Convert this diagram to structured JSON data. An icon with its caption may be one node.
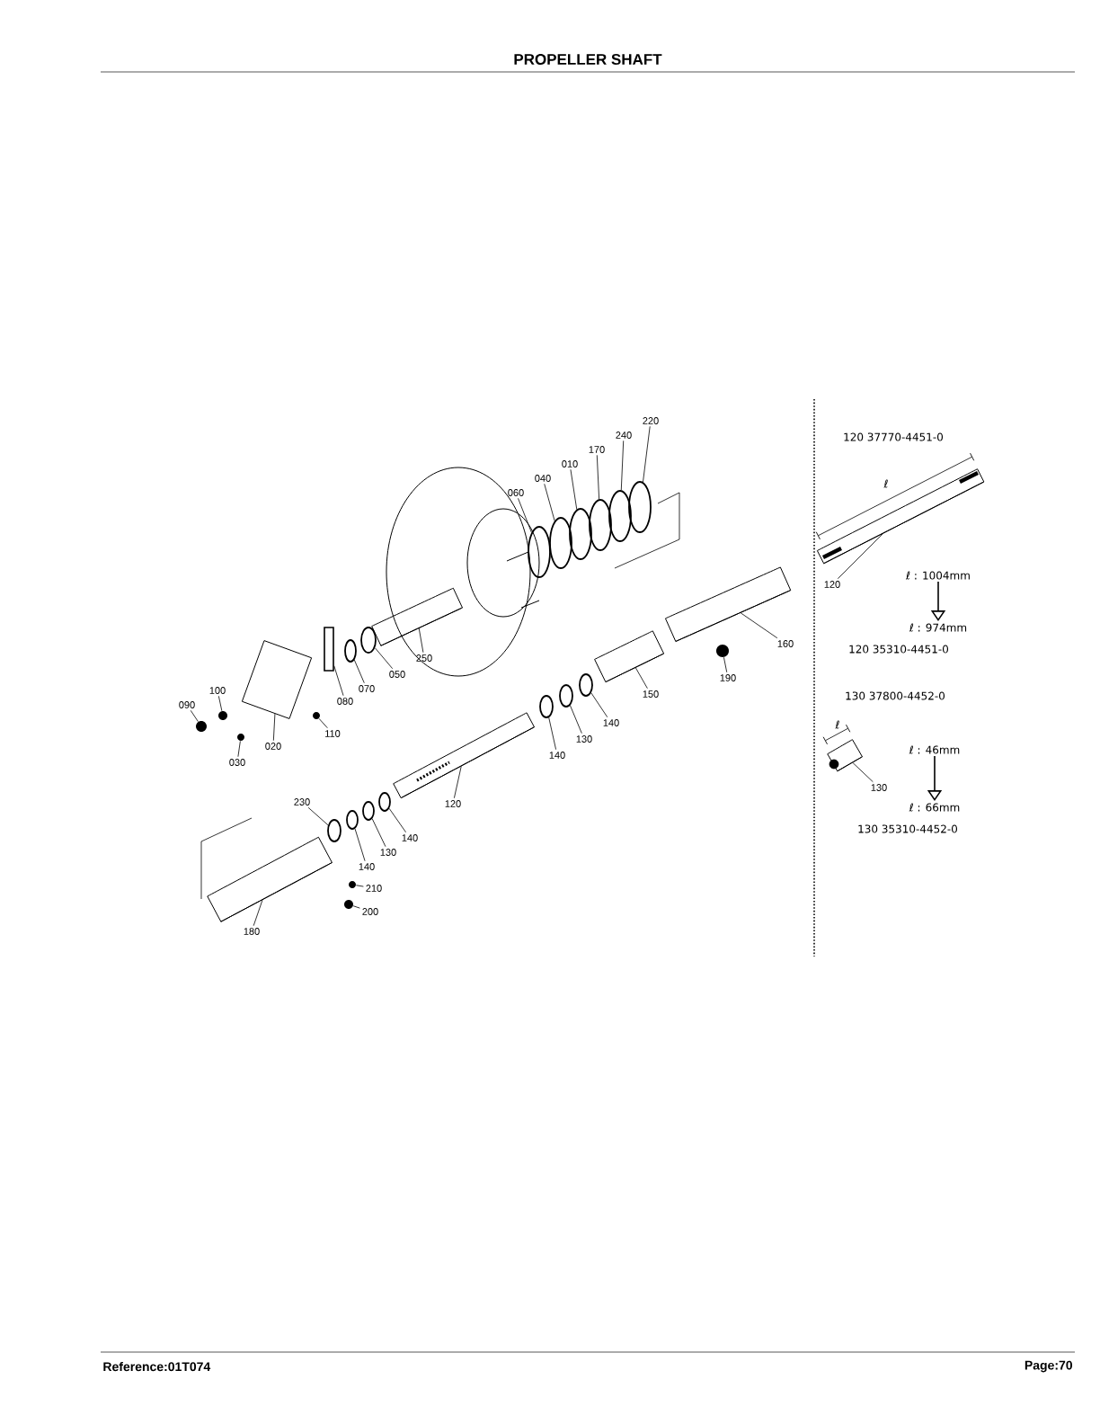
{
  "diagram": {
    "title": "PROPELLER SHAFT",
    "nodes": [
      {
        "text": [
          "220"
        ]
      },
      {
        "text": [
          "240"
        ]
      },
      {
        "text": [
          "170"
        ]
      },
      {
        "text": [
          "010"
        ]
      },
      {
        "text": [
          "040"
        ]
      },
      {
        "text": [
          "060"
        ]
      },
      {
        "text": [
          "160"
        ]
      },
      {
        "text": [
          "190"
        ]
      },
      {
        "text": [
          "150"
        ]
      },
      {
        "text": [
          "140"
        ]
      },
      {
        "text": [
          "130"
        ]
      },
      {
        "text": [
          "140"
        ]
      },
      {
        "text": [
          "250"
        ]
      },
      {
        "text": [
          "050"
        ]
      },
      {
        "text": [
          "070"
        ]
      },
      {
        "text": [
          "100"
        ]
      },
      {
        "text": [
          "090"
        ]
      },
      {
        "text": [
          "080"
        ]
      },
      {
        "text": [
          "110"
        ]
      },
      {
        "text": [
          "020"
        ]
      },
      {
        "text": [
          "030"
        ]
      },
      {
        "text": [
          "120"
        ]
      },
      {
        "text": [
          "140"
        ]
      },
      {
        "text": [
          "130"
        ]
      },
      {
        "text": [
          "140"
        ]
      },
      {
        "text": [
          "230"
        ]
      },
      {
        "text": [
          "210"
        ]
      },
      {
        "text": [
          "200"
        ]
      },
      {
        "text": [
          "180"
        ]
      },
      {
        "text": [
          "120"
        ]
      },
      {
        "text": [
          "ℓ : 1004mm"
        ]
      },
      {
        "text": [
          "ℓ : 974mm"
        ]
      },
      {
        "text": [
          "130"
        ]
      },
      {
        "text": [
          "ℓ : 46mm"
        ]
      },
      {
        "text": [
          "ℓ : 66mm"
        ]
      },
      {
        "text": [],
        "shape": "ring"
      },
      {
        "text": [],
        "shape": "ring"
      },
      {
        "text": [],
        "shape": "ring"
      },
      {
        "text": [],
        "shape": "ring"
      },
      {
        "text": [],
        "shape": "ring"
      },
      {
        "text": [],
        "shape": "ring"
      },
      {
        "text": [],
        "shape": "cylinder"
      },
      {
        "text": [],
        "shape": "bolt"
      },
      {
        "text": [],
        "shape": "cylinder"
      },
      {
        "text": [],
        "shape": "ring"
      },
      {
        "text": [],
        "shape": "ring"
      },
      {
        "text": [],
        "shape": "ring"
      },
      {
        "text": [],
        "shape": "cylinder"
      },
      {
        "text": [],
        "shape": "ring"
      },
      {
        "text": [],
        "shape": "ring"
      },
      {
        "text": [],
        "shape": "bolt"
      },
      {
        "text": [],
        "shape": "bolt"
      },
      {
        "text": [],
        "shape": "bar"
      },
      {
        "text": [],
        "shape": "bolt"
      },
      {
        "text": [],
        "shape": "plate"
      },
      {
        "text": [],
        "shape": "bolt"
      },
      {
        "text": [],
        "shape": "cylinder"
      },
      {
        "text": [],
        "shape": "ring"
      },
      {
        "text": [],
        "shape": "ring"
      },
      {
        "text": [],
        "shape": "ring"
      },
      {
        "text": [],
        "shape": "ring"
      },
      {
        "text": [],
        "shape": "bolt"
      },
      {
        "text": [],
        "shape": "bolt"
      },
      {
        "text": [],
        "shape": "cylinder"
      },
      {
        "text": [],
        "shape": "cylinder"
      },
      {
        "text": [],
        "shape": "cylinder",
        "beside": [
          "ℓ"
        ]
      }
    ],
    "edges": [
      {
        "from": 0,
        "to": 35,
        "arrow": "none"
      },
      {
        "from": 1,
        "to": 36,
        "arrow": "none"
      },
      {
        "from": 2,
        "to": 37,
        "arrow": "none"
      },
      {
        "from": 3,
        "to": 38,
        "arrow": "none"
      },
      {
        "from": 4,
        "to": 39,
        "arrow": "none"
      },
      {
        "from": 5,
        "to": 40,
        "arrow": "none"
      },
      {
        "from": 6,
        "to": 41,
        "arrow": "none"
      },
      {
        "from": 7,
        "to": 42,
        "arrow": "none"
      },
      {
        "from": 8,
        "to": 43,
        "arrow": "none"
      },
      {
        "from": 9,
        "to": 44,
        "arrow": "none"
      },
      {
        "from": 10,
        "to": 45,
        "arrow": "none"
      },
      {
        "from": 11,
        "to": 46,
        "arrow": "none"
      },
      {
        "from": 12,
        "to": 47,
        "arrow": "none"
      },
      {
        "from": 13,
        "to": 48,
        "arrow": "none"
      },
      {
        "from": 14,
        "to": 49,
        "arrow": "none"
      },
      {
        "from": 15,
        "to": 50,
        "arrow": "none"
      },
      {
        "from": 16,
        "to": 51,
        "arrow": "none"
      },
      {
        "from": 17,
        "to": 52,
        "arrow": "none"
      },
      {
        "from": 18,
        "to": 53,
        "arrow": "none"
      },
      {
        "from": 19,
        "to": 54,
        "arrow": "none"
      },
      {
        "from": 20,
        "to": 55,
        "arrow": "none"
      },
      {
        "from": 21,
        "to": 56,
        "arrow": "none"
      },
      {
        "from": 22,
        "to": 57,
        "arrow": "none"
      },
      {
        "from": 23,
        "to": 58,
        "arrow": "none"
      },
      {
        "from": 24,
        "to": 59,
        "arrow": "none"
      },
      {
        "from": 25,
        "to": 60,
        "arrow": "none"
      },
      {
        "from": 26,
        "to": 61,
        "arrow": "none"
      },
      {
        "from": 27,
        "to": 62,
        "arrow": "none"
      },
      {
        "from": 28,
        "to": 63,
        "arrow": "none"
      },
      {
        "from": 29,
        "to": 64,
        "arrow": "none"
      },
      {
        "from": 30,
        "to": 31,
        "arrow": "to"
      },
      {
        "from": 32,
        "to": 65,
        "arrow": "none"
      },
      {
        "from": 33,
        "to": 34,
        "arrow": "to"
      }
    ],
    "labels": [
      "120 37770-4451-0",
      "ℓ",
      "120 35310-4451-0",
      "130 37800-4452-0",
      "130 35310-4452-0",
      "Reference:01T074",
      "Page:70"
    ]
  }
}
